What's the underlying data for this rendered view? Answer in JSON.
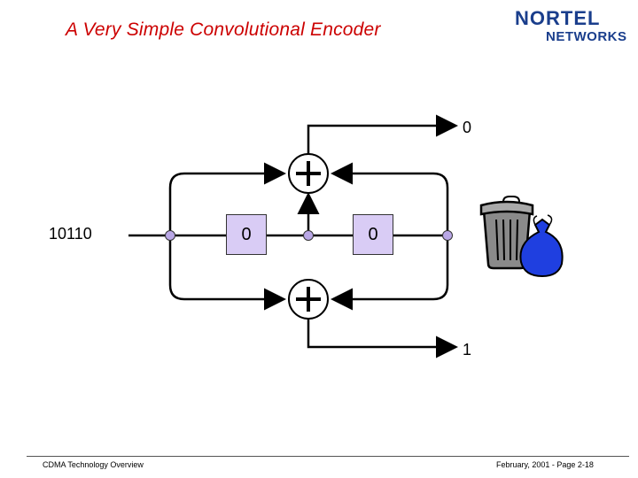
{
  "slide": {
    "title": "A Very Simple Convolutional Encoder"
  },
  "logo": {
    "line1": "NORTEL",
    "line2": "NETWORKS",
    "color": "#1a3e8c"
  },
  "encoder": {
    "input_bits": "10110",
    "register_1_value": "0",
    "register_2_value": "0",
    "output_top": "0",
    "output_bottom": "1",
    "adder_symbol": "+",
    "register_color": "#d9ccf5",
    "node_color": "#b9a7e6",
    "discard_icon": "trash-can-icon",
    "bag_icon": "garbage-bag-icon",
    "bag_color": "#1f3fe0"
  },
  "footer": {
    "left": "CDMA Technology Overview",
    "right": "February, 2001 -  Page 2-18"
  }
}
